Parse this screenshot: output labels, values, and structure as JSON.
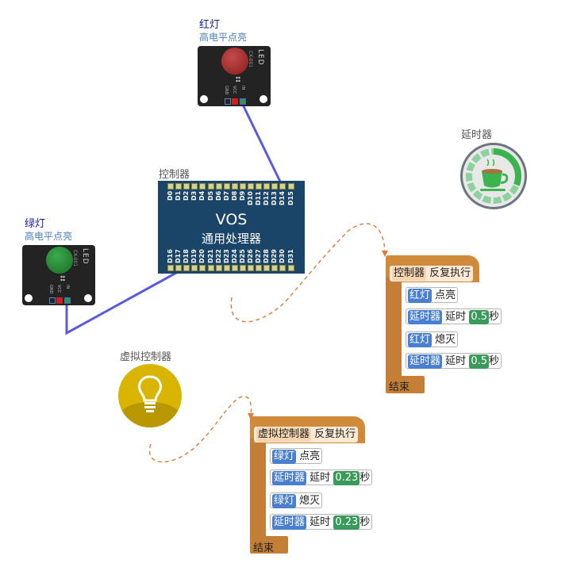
{
  "devices": {
    "red_led": {
      "name": "红灯",
      "subtitle": "高电平点亮",
      "board_label": "LED",
      "model": "CK-001",
      "color": "#b52a2a"
    },
    "green_led": {
      "name": "绿灯",
      "subtitle": "高电平点亮",
      "board_label": "LED",
      "model": "CK-001",
      "color": "#1f8a30"
    },
    "controller": {
      "caption": "控制器",
      "title": "VOS",
      "subtitle": "通用处理器",
      "top_pins": [
        "D0",
        "D1",
        "D2",
        "D3",
        "D4",
        "D5",
        "D6",
        "D7",
        "D8",
        "D9",
        "D10",
        "D11",
        "D12",
        "D13",
        "D14",
        "D15"
      ],
      "bottom_pins": [
        "D16",
        "D17",
        "D18",
        "D19",
        "D20",
        "D21",
        "D22",
        "D23",
        "D24",
        "D25",
        "D26",
        "D27",
        "D28",
        "D29",
        "D30",
        "D31"
      ]
    },
    "timer": {
      "caption": "延时器"
    },
    "virtual_controller": {
      "caption": "虚拟控制器"
    },
    "pin_labels": {
      "gnd": "GND",
      "vcc": "VCC",
      "in": "IN"
    }
  },
  "program1": {
    "owner": "控制器",
    "loop": "反复执行",
    "lines": [
      {
        "device": "红灯",
        "action": "点亮"
      },
      {
        "device": "延时器",
        "action": "延时",
        "value": "0.5",
        "unit": "秒"
      },
      {
        "device": "红灯",
        "action": "熄灭"
      },
      {
        "device": "延时器",
        "action": "延时",
        "value": "0.5",
        "unit": "秒"
      }
    ],
    "end": "结束"
  },
  "program2": {
    "owner": "虚拟控制器",
    "loop": "反复执行",
    "lines": [
      {
        "device": "绿灯",
        "action": "点亮"
      },
      {
        "device": "延时器",
        "action": "延时",
        "value": "0.23",
        "unit": "秒"
      },
      {
        "device": "绿灯",
        "action": "熄灭"
      },
      {
        "device": "延时器",
        "action": "延时",
        "value": "0.23",
        "unit": "秒"
      }
    ],
    "end": "结束"
  },
  "colors": {
    "wire": "#5a5adf",
    "link": "#e07a3a",
    "block": "#c47e35",
    "device_pill": "#4a7fd0",
    "number": "#3a9a5a"
  }
}
